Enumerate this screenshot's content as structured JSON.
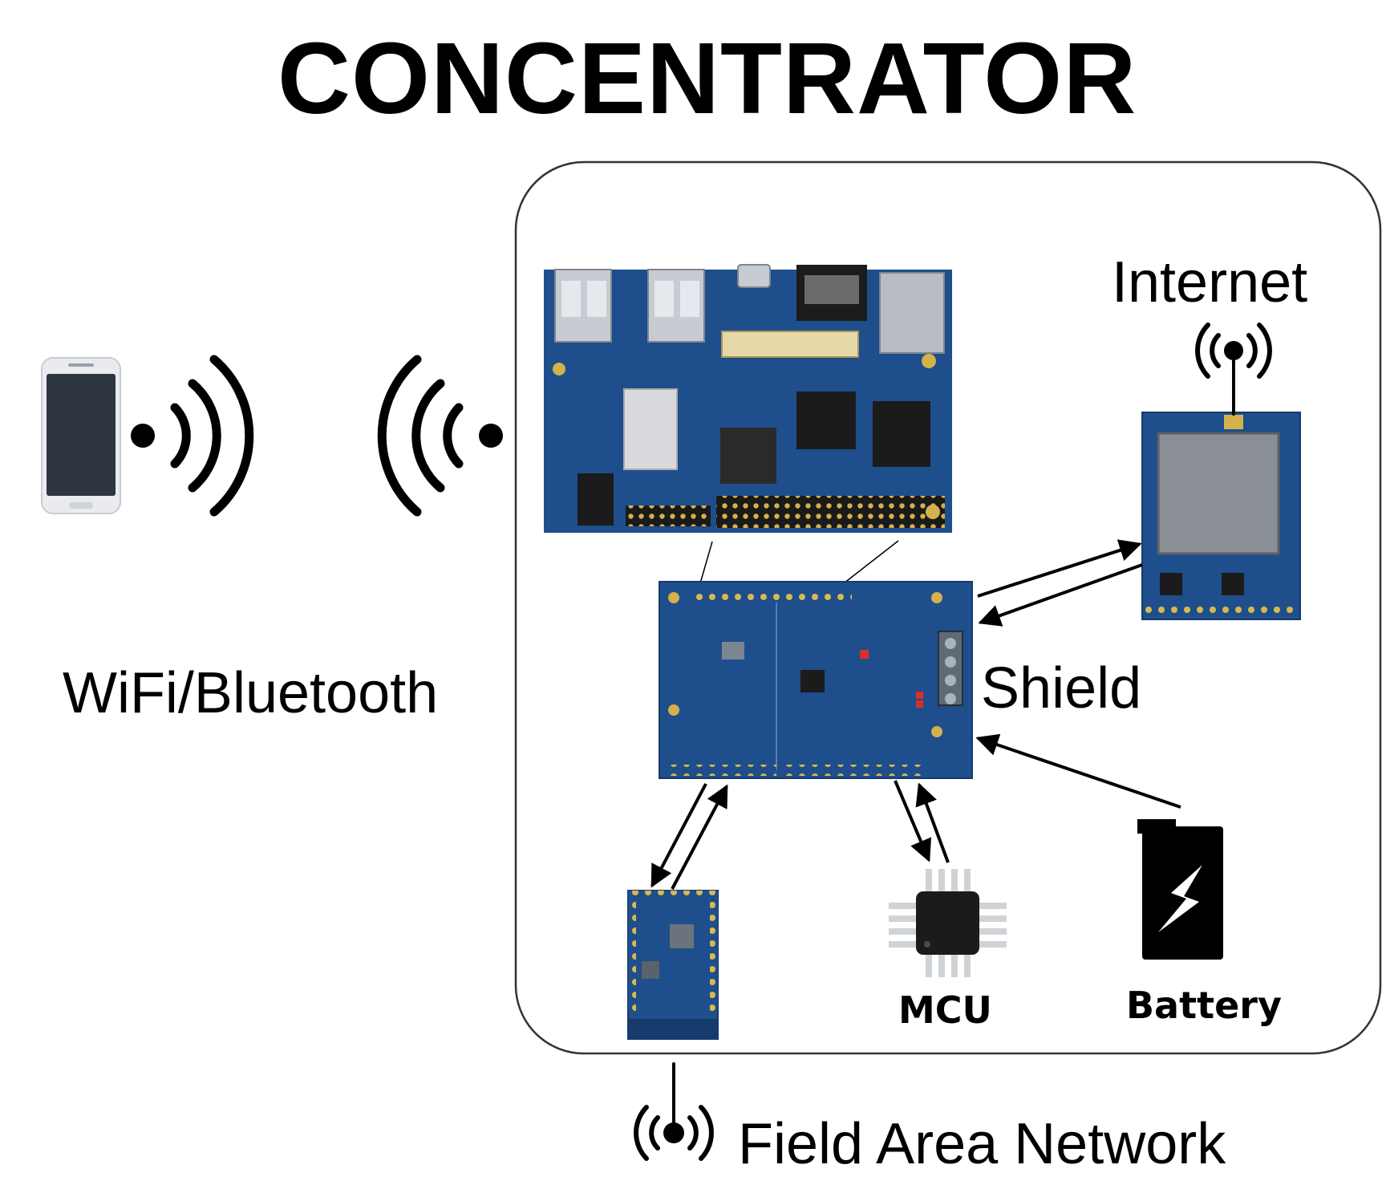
{
  "title": "CONCENTRATOR",
  "labels": {
    "wifi_bluetooth": "WiFi/Bluetooth",
    "internet": "Internet",
    "shield": "Shield",
    "mcu": "MCU",
    "battery": "Battery",
    "field_area_network": "Field Area Network"
  },
  "colors": {
    "pcb_blue": "#1e4e8c",
    "pcb_dark": "#163a6b",
    "connector_gold": "#c9a23a",
    "chip_black": "#1b1b1b",
    "phone_screen": "#2d3540",
    "outline": "#333333"
  },
  "icons": [
    "smartphone-icon",
    "wireless-signal-icon",
    "antenna-icon",
    "battery-icon",
    "chip-icon"
  ]
}
